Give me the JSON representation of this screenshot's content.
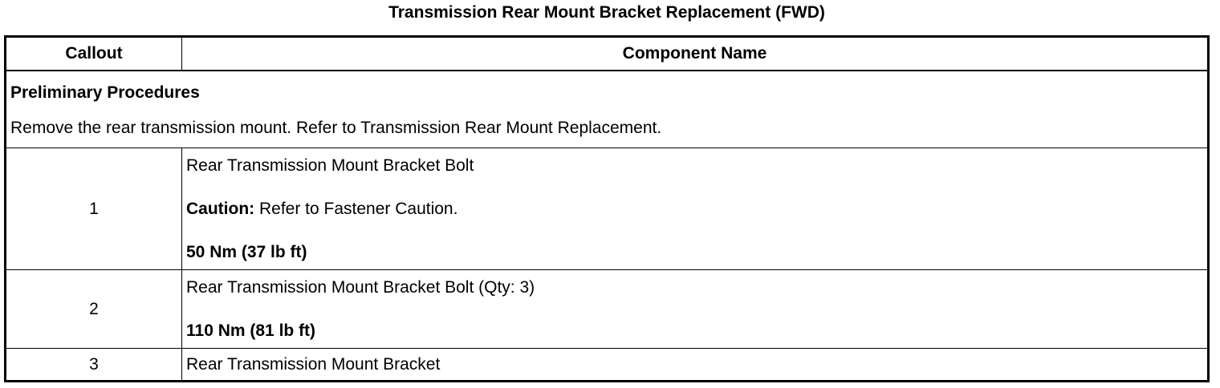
{
  "title": "Transmission Rear Mount Bracket Replacement (FWD)",
  "table": {
    "headers": {
      "callout": "Callout",
      "component": "Component Name"
    },
    "preliminary": {
      "heading": "Preliminary Procedures",
      "text": "Remove the rear transmission mount. Refer to Transmission Rear Mount Replacement."
    },
    "rows": [
      {
        "callout": "1",
        "name": "Rear Transmission Mount Bracket Bolt",
        "caution_label": "Caution:",
        "caution_text": " Refer to Fastener Caution.",
        "torque": "50 Nm (37 lb ft)"
      },
      {
        "callout": "2",
        "name": "Rear Transmission Mount Bracket Bolt (Qty: 3)",
        "torque": "110 Nm (81 lb ft)"
      },
      {
        "callout": "3",
        "name": "Rear Transmission Mount Bracket"
      }
    ]
  }
}
